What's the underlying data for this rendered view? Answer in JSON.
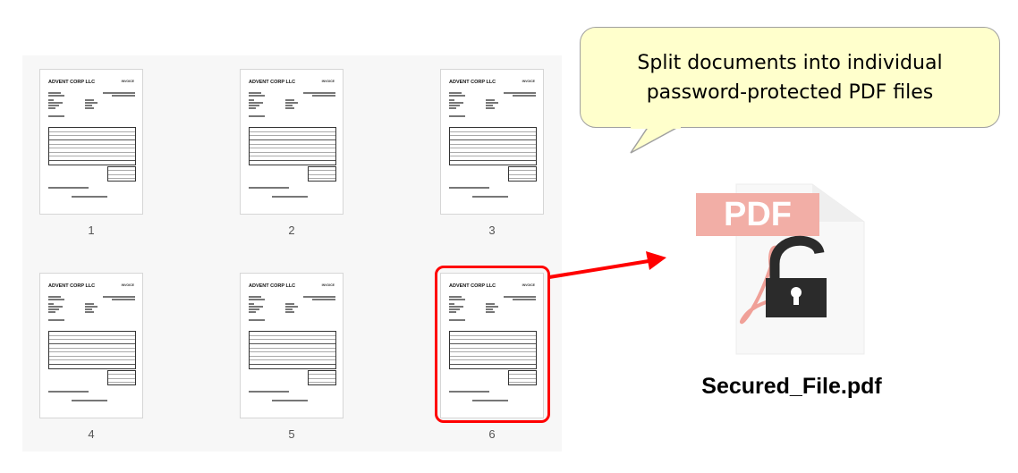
{
  "pages": [
    {
      "number": "1",
      "company": "ADVENT CORP LLC",
      "title": "INVOICE"
    },
    {
      "number": "2",
      "company": "ADVENT CORP LLC",
      "title": "INVOICE"
    },
    {
      "number": "3",
      "company": "ADVENT CORP LLC",
      "title": "INVOICE"
    },
    {
      "number": "4",
      "company": "ADVENT CORP LLC",
      "title": "INVOICE"
    },
    {
      "number": "5",
      "company": "ADVENT CORP LLC",
      "title": "INVOICE"
    },
    {
      "number": "6",
      "company": "ADVENT CORP LLC",
      "title": "INVOICE"
    }
  ],
  "selected_page": "6",
  "callout": {
    "text": "Split documents into individual password-protected PDF files"
  },
  "output_file": {
    "icon": "pdf-lock-icon",
    "badge": "PDF",
    "name": "Secured_File.pdf"
  },
  "colors": {
    "selection": "#ff0000",
    "callout_bg": "#ffffcc",
    "pdf_badge": "#f2aea6"
  }
}
